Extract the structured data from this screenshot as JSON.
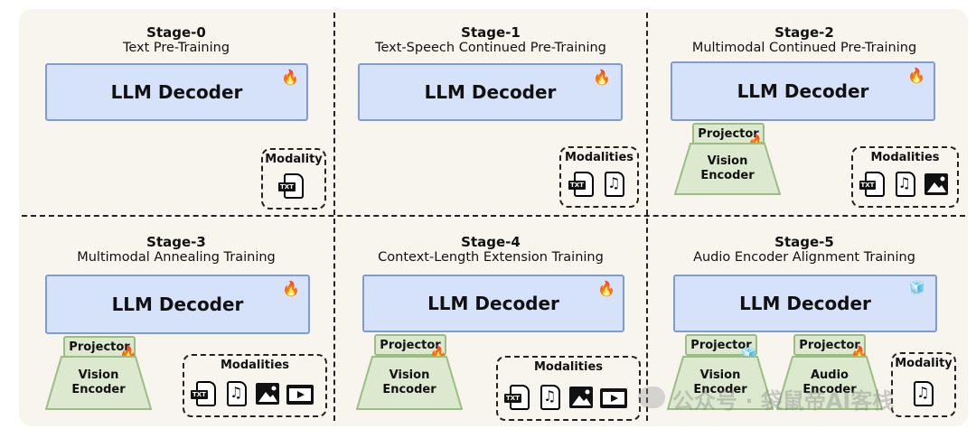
{
  "llm_label": "LLM Decoder",
  "modality_single": "Modality",
  "modality_plural": "Modalities",
  "projector_label": "Projector",
  "vision_encoder": [
    "Vision",
    "Encoder"
  ],
  "audio_encoder": [
    "Audio",
    "Encoder"
  ],
  "txt_tag": "TXT",
  "stages": [
    {
      "title": "Stage-0",
      "subtitle": "Text Pre-Training",
      "llm_state": "trainable"
    },
    {
      "title": "Stage-1",
      "subtitle": "Text-Speech Continued Pre-Training",
      "llm_state": "trainable"
    },
    {
      "title": "Stage-2",
      "subtitle": "Multimodal Continued Pre-Training",
      "llm_state": "trainable"
    },
    {
      "title": "Stage-3",
      "subtitle": "Multimodal Annealing Training",
      "llm_state": "trainable"
    },
    {
      "title": "Stage-4",
      "subtitle": "Context-Length Extension Training",
      "llm_state": "trainable"
    },
    {
      "title": "Stage-5",
      "subtitle": "Audio Encoder Alignment Training",
      "llm_state": "frozen"
    }
  ],
  "icons": {
    "trainable": "fire-icon",
    "frozen": "ice-cube-icon",
    "text": "text-file-icon",
    "audio": "audio-file-icon",
    "image": "image-icon",
    "video": "video-icon"
  },
  "colors": {
    "llm_fill": "#d6e2f9",
    "llm_border": "#7f9bd3",
    "encoder_fill": "#dce9cf",
    "encoder_border": "#9bbd84",
    "background": "#f8f5ee"
  },
  "watermark": "公众号 · 袋鼠帝AI客栈"
}
